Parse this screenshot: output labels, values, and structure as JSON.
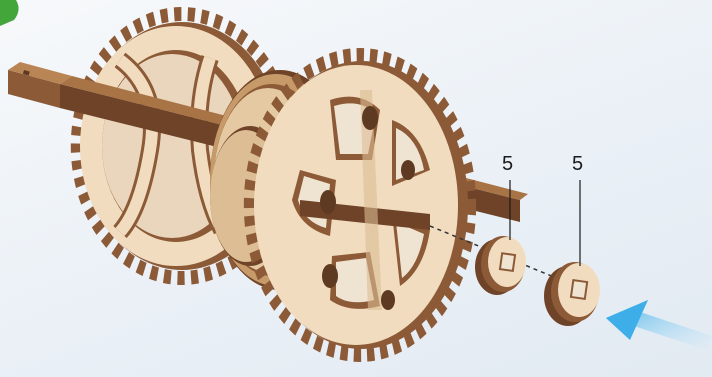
{
  "diagram": {
    "callouts": [
      {
        "id": "washer-1",
        "label": "5"
      },
      {
        "id": "washer-2",
        "label": "5"
      }
    ],
    "colors": {
      "wood_face": "#f1dcbf",
      "wood_edge": "#8c5a36",
      "wood_dark": "#5e3a22",
      "wood_hole": "#efe3d2",
      "arrow": "#4fb7ec",
      "corner_tab": "#43a63b"
    },
    "icons": [
      "assembly-arrow-icon",
      "step-tab-icon"
    ]
  }
}
